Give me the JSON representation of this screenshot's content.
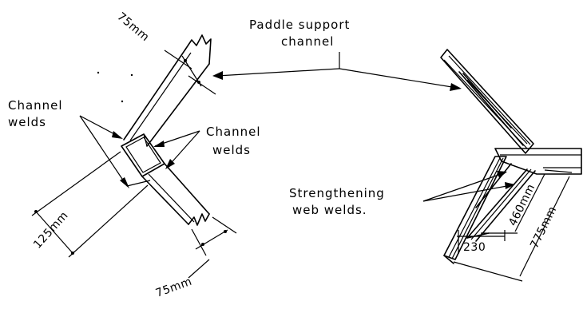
{
  "labels": {
    "paddle_support_channel_line1": "Paddle support",
    "paddle_support_channel_line2": "channel",
    "channel_welds_left_line1": "Channel",
    "channel_welds_left_line2": "welds",
    "channel_welds_center_line1": "Channel",
    "channel_welds_center_line2": "welds",
    "strengthening_line1": "Strengthening",
    "strengthening_line2": "web welds."
  },
  "dimensions": {
    "top_width": "75mm",
    "bottom_width": "75mm",
    "offset": "125mm",
    "web_short": "460mm",
    "web_long": "775mm",
    "base": "230"
  }
}
